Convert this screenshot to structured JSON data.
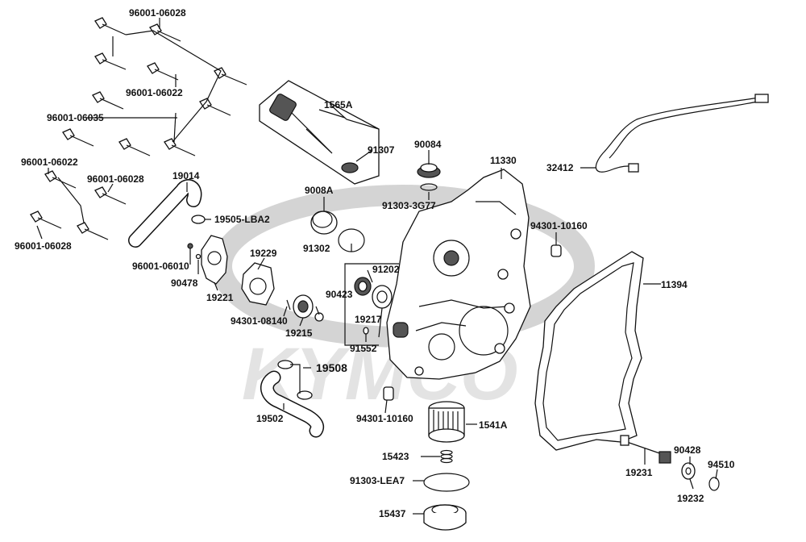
{
  "watermark": "KYMCO",
  "labels": {
    "p96001_06028_a": "96001-06028",
    "p96001_06022_a": "96001-06022",
    "p96001_06035": "96001-06035",
    "p96001_06022_b": "96001-06022",
    "p96001_06028_b": "96001-06028",
    "p96001_06028_c": "96001-06028",
    "p1565A": "1565A",
    "p91307": "91307",
    "p90084": "90084",
    "p91303_3G77": "91303-3G77",
    "p11330": "11330",
    "p32412": "32412",
    "p19014": "19014",
    "p19505_LBA2": "19505-LBA2",
    "p9008A": "9008A",
    "p91302": "91302",
    "p94301_10160_a": "94301-10160",
    "p96001_06010": "96001-06010",
    "p90478": "90478",
    "p19229": "19229",
    "p91202": "91202",
    "p11394": "11394",
    "p19221": "19221",
    "p90423": "90423",
    "p94301_08140": "94301-08140",
    "p19215": "19215",
    "p19217": "19217",
    "p91552": "91552",
    "p19508": "19508",
    "p19502": "19502",
    "p94301_10160_b": "94301-10160",
    "p1541A": "1541A",
    "p15423": "15423",
    "p91303_LEA7": "91303-LEA7",
    "p15437": "15437",
    "p19231": "19231",
    "p90428": "90428",
    "p94510": "94510",
    "p19232": "19232"
  }
}
